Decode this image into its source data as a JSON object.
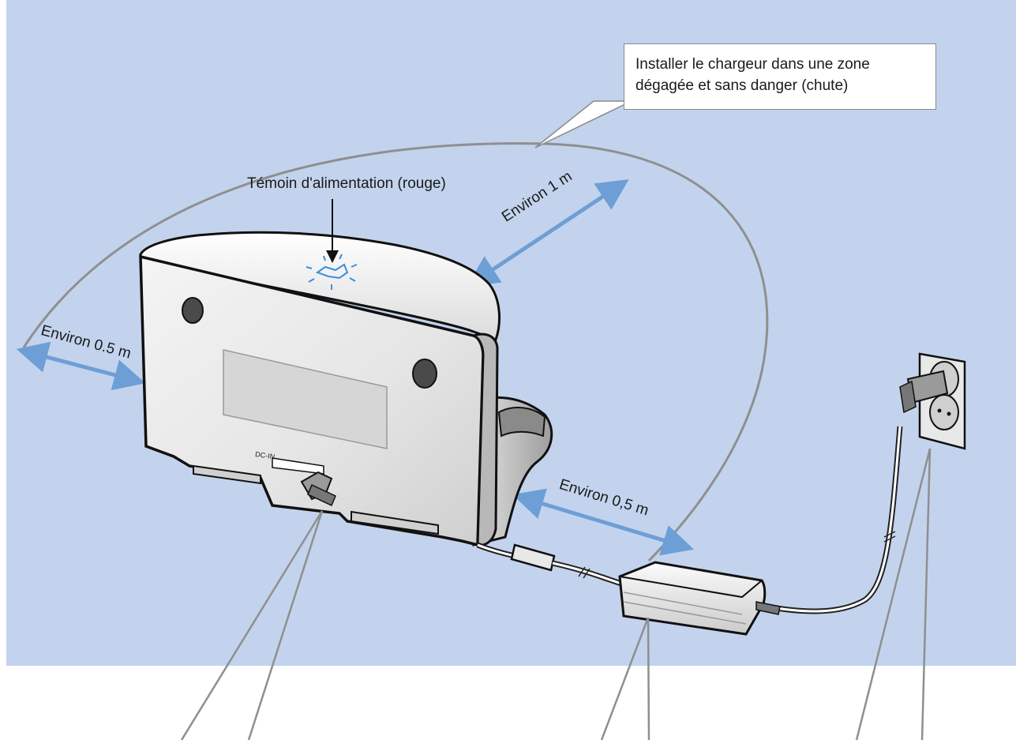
{
  "callout": {
    "line1": "Installer le chargeur dans une zone",
    "line2": "dégagée et sans danger (chute)"
  },
  "labels": {
    "power_led": "Témoin d'alimentation (rouge)",
    "top_distance": "Environ 1 m",
    "left_distance": "Environ 0.5 m",
    "bottom_distance": "Environ 0,5 m",
    "dc_in": "DC-IN"
  },
  "colors": {
    "background": "#c3d3ed",
    "arrow": "#6d9fd6",
    "led": "#3a8fe0",
    "outline": "#8a8a8a"
  }
}
